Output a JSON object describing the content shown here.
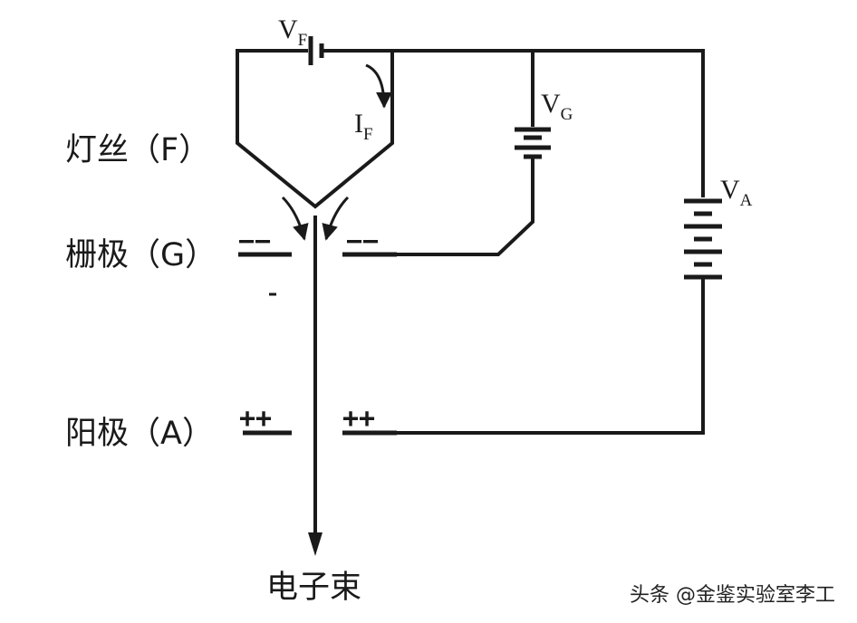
{
  "labels": {
    "filament": "灯丝（F）",
    "grid": "栅极（G）",
    "anode": "阳极（A）",
    "beam": "电子束"
  },
  "sources": {
    "vf_main": "V",
    "vf_sub": "F",
    "if_main": "I",
    "if_sub": "F",
    "vg_main": "V",
    "vg_sub": "G",
    "va_main": "V",
    "va_sub": "A"
  },
  "charges": {
    "grid_left": "−−",
    "grid_right": "−−",
    "anode_left": "++",
    "anode_right": "++"
  },
  "watermark": "头条 @金鉴实验室李工"
}
